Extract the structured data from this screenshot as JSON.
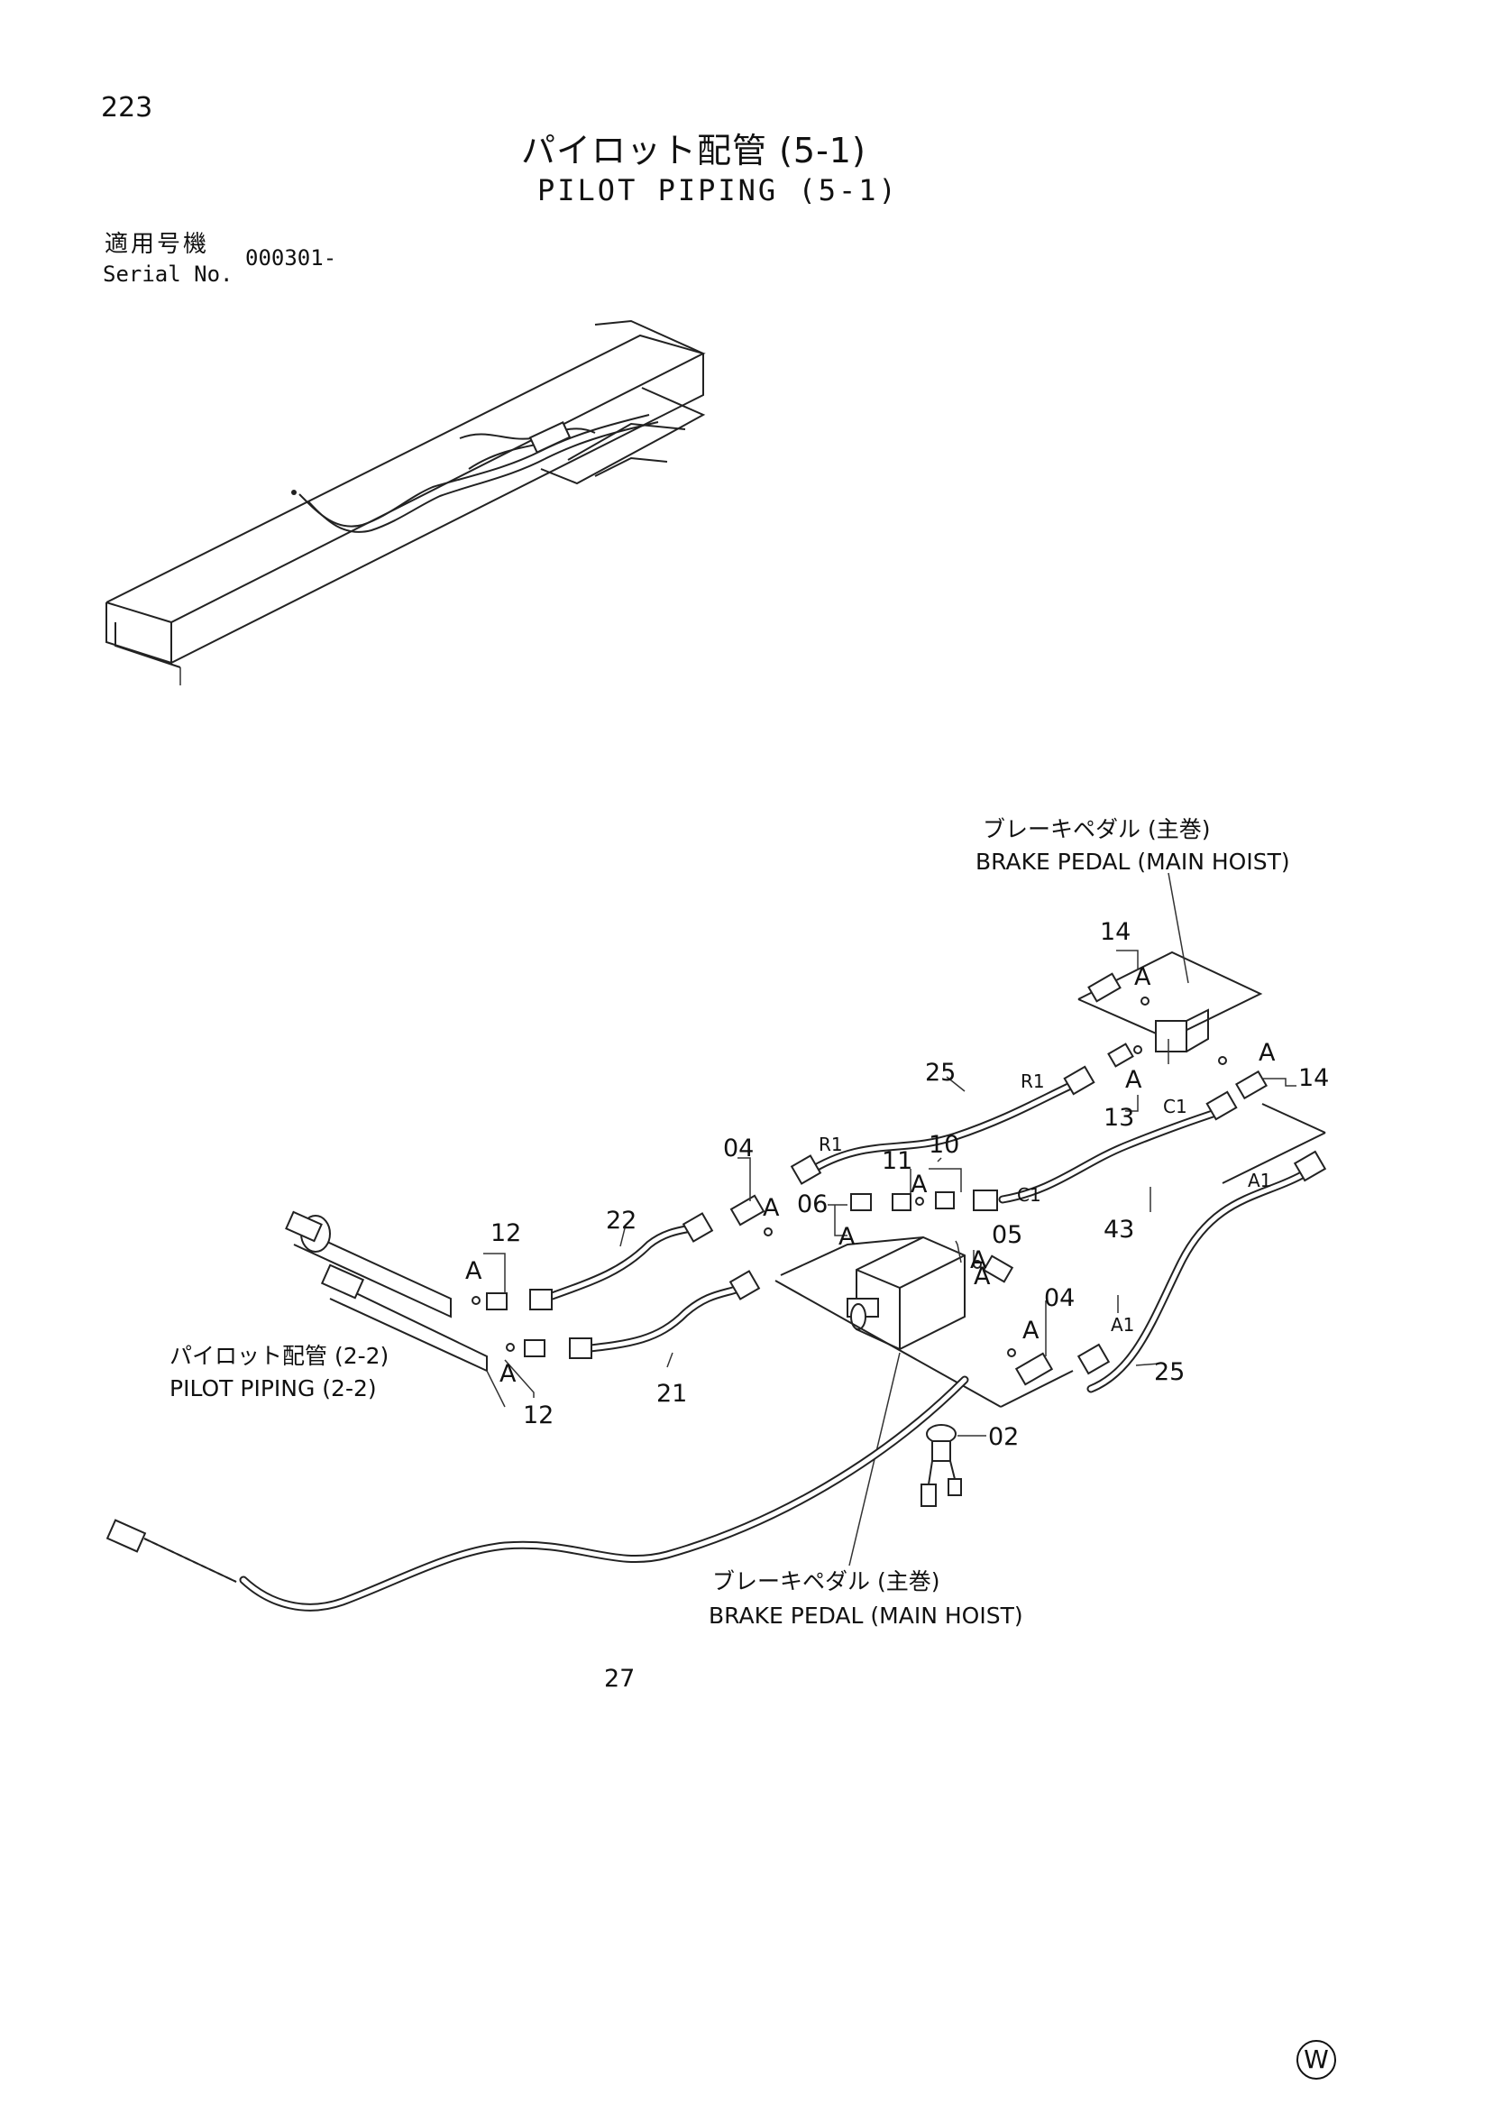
{
  "header": {
    "page_number": "223",
    "title_jp": "パイロット配管 (5-1)",
    "title_en": "PILOT PIPING (5-1)"
  },
  "serial": {
    "label_jp": "適用号機",
    "label_en": "Serial No.",
    "value": "000301-"
  },
  "callouts": {
    "brake_pedal_top": {
      "jp": "ブレーキペダル (主巻)",
      "en": "BRAKE PEDAL (MAIN HOIST)"
    },
    "brake_pedal_bottom": {
      "jp": "ブレーキペダル (主巻)",
      "en": "BRAKE PEDAL (MAIN HOIST)"
    },
    "pilot_piping_ref": {
      "jp": "パイロット配管 (2-2)",
      "en": "PILOT PIPING (2-2)"
    }
  },
  "part_numbers": {
    "p14a": "14",
    "p14b": "14",
    "p25a": "25",
    "p25b": "25",
    "p13": "13",
    "p04a": "04",
    "p04b": "04",
    "p11": "11",
    "p10": "10",
    "p06": "06",
    "p05": "05",
    "p43": "43",
    "p12a": "12",
    "p12b": "12",
    "p22": "22",
    "p21": "21",
    "p02": "02",
    "p27": "27"
  },
  "detail_marks": {
    "a1": "A",
    "a2": "A",
    "a3": "A",
    "a4": "A",
    "a5": "A",
    "a6": "A",
    "a7": "A",
    "a8": "A",
    "a9": "A",
    "a10": "A",
    "a11": "A"
  },
  "port_labels": {
    "r1a": "R1",
    "r1b": "R1",
    "c1a": "C1",
    "c1b": "C1",
    "a1a": "A1",
    "a1b": "A1"
  },
  "footer": {
    "watermark": "W"
  }
}
